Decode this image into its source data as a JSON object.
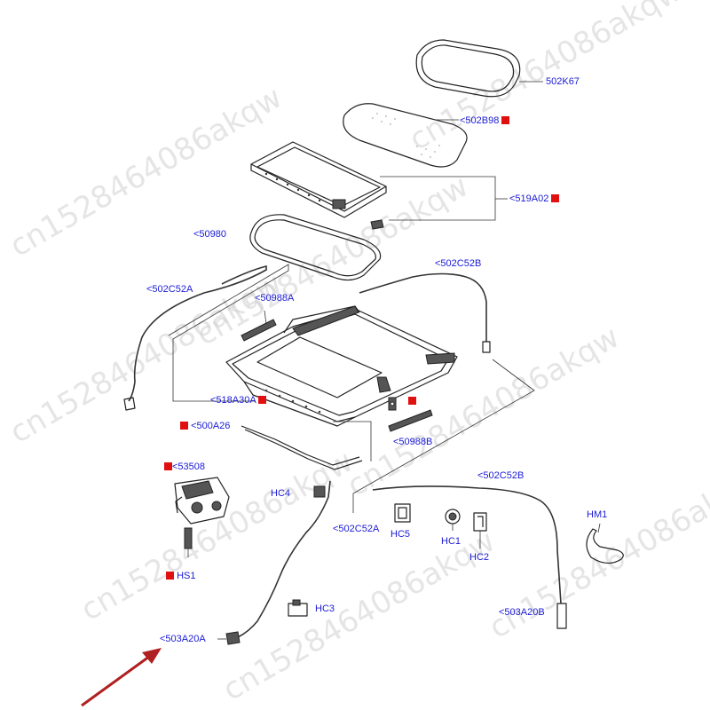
{
  "labels": {
    "l502K67": "502K67",
    "l502B98": "<502B98",
    "l519A02": "<519A02",
    "l50980": "<50980",
    "l502C52B_top": "<502C52B",
    "l502C52A_top": "<502C52A",
    "l50988A": "<50988A",
    "l518A30A": "<518A30A",
    "l500A26": "<500A26",
    "l50988B": "<50988B",
    "l53508": "<53508",
    "lHS1": "HS1",
    "lHC4": "HC4",
    "l502C52A_mid": "<502C52A",
    "l502C52B_mid": "<502C52B",
    "lHC5": "HC5",
    "lHC1": "HC1",
    "lHC2": "HC2",
    "lHM1": "HM1",
    "lHC3": "HC3",
    "l503A20A": "<503A20A",
    "l503A20B": "<503A20B"
  },
  "watermark": "cn1528464086akqw",
  "colors": {
    "label": "#1a1ad6",
    "marker": "#e01010",
    "arrow": "#b02020"
  }
}
